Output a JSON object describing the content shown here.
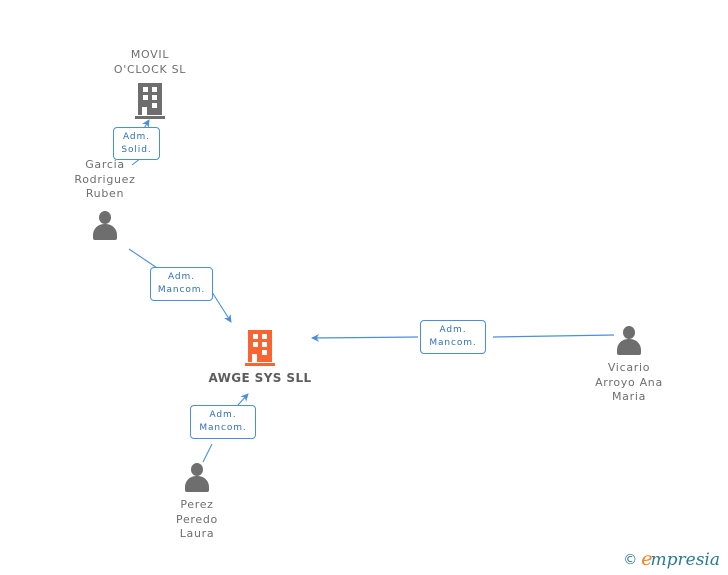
{
  "diagram": {
    "type": "corporate-relationship-graph",
    "background_color": "#ffffff",
    "company_color": "#6e6e6e",
    "focus_company_color": "#fa6432",
    "person_color": "#6e6e6e",
    "edge_color": "#4a90d9",
    "label_text_color": "#2f6fb5"
  },
  "nodes": {
    "movil_oclock": {
      "label": "MOVIL\nO'CLOCK SL",
      "kind": "company",
      "icon": "building-icon",
      "color": "#6e6e6e"
    },
    "garcia_rodriguez": {
      "label": "Garcia\nRodriguez\nRuben",
      "kind": "person",
      "icon": "person-icon",
      "color": "#6e6e6e"
    },
    "awge_sys": {
      "label": "AWGE SYS  SLL",
      "kind": "company",
      "icon": "building-icon",
      "color": "#fa6432",
      "is_focus": true
    },
    "vicario_arroyo": {
      "label": "Vicario\nArroyo Ana\nMaria",
      "kind": "person",
      "icon": "person-icon",
      "color": "#6e6e6e"
    },
    "perez_peredo": {
      "label": "Perez\nPeredo\nLaura",
      "kind": "person",
      "icon": "person-icon",
      "color": "#6e6e6e"
    }
  },
  "edges": {
    "garcia_to_movil": {
      "label": "Adm.\nSolid.",
      "from": "garcia_rodriguez",
      "to": "movil_oclock"
    },
    "garcia_to_awge": {
      "label": "Adm.\nMancom.",
      "from": "garcia_rodriguez",
      "to": "awge_sys"
    },
    "vicario_to_awge": {
      "label": "Adm.\nMancom.",
      "from": "vicario_arroyo",
      "to": "awge_sys"
    },
    "perez_to_awge": {
      "label": "Adm.\nMancom.",
      "from": "perez_peredo",
      "to": "awge_sys"
    }
  },
  "watermark": {
    "copyright": "©",
    "brand_initial": "e",
    "brand_rest": "mpresia"
  }
}
